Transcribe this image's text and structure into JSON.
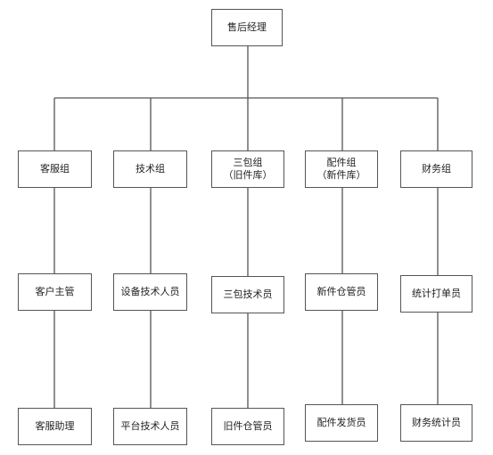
{
  "diagram": {
    "root": {
      "label": "售后经理"
    },
    "groups": [
      {
        "label": "客服组",
        "members": [
          "客户主管",
          "客服助理"
        ]
      },
      {
        "label": "技术组",
        "members": [
          "设备技术人员",
          "平台技术人员"
        ]
      },
      {
        "label": "三包组\n（旧件库）",
        "members": [
          "三包技术员",
          "旧件仓管员"
        ]
      },
      {
        "label": "配件组\n（新件库）",
        "members": [
          "新件仓管员",
          "配件发货员"
        ]
      },
      {
        "label": "财务组",
        "members": [
          "统计打单员",
          "财务统计员"
        ]
      }
    ]
  }
}
